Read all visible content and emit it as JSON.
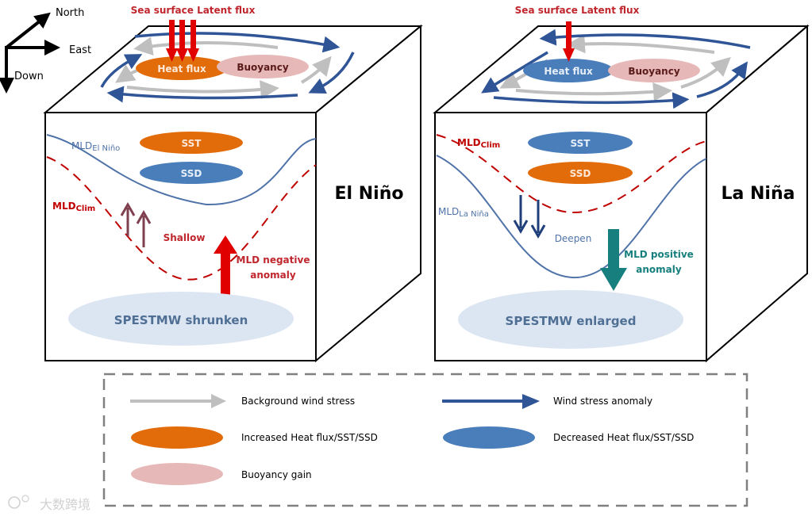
{
  "colors": {
    "increased": "#e36c0a",
    "decreased": "#4a7ebb",
    "buoyancy": "#e6b9b8",
    "background_wind": "#bfbfbf",
    "wind_anomaly": "#2f5597",
    "mld_climatology": "#c00000",
    "mld_event": "#4f73a8",
    "spestmw": "#dce6f2",
    "spestmw_text": "#4f6f95",
    "flux_arrow": "#e00000",
    "shallow_arrow": "#7f3f4f",
    "deepen_arrow": "#1f3f7a",
    "positive_anomaly_arrow": "#17807e",
    "legend_border": "#808080"
  },
  "compass": {
    "north": "North",
    "east": "East",
    "down": "Down"
  },
  "el_nino": {
    "title": "El Niño",
    "surface_label": "Sea surface Latent flux",
    "heat_flux": "Heat flux",
    "buoyancy": "Buoyancy",
    "mld_event_label": "MLD",
    "mld_event_sub": "El Niño",
    "mld_clim_label": "MLD",
    "mld_clim_sub": "Clim",
    "sst": "SST",
    "ssd": "SSD",
    "change_label": "Shallow",
    "anomaly_line1": "MLD negative",
    "anomaly_line2": "anomaly",
    "water_mass": "SPESTMW shrunken"
  },
  "la_nina": {
    "title": "La Niña",
    "surface_label": "Sea surface Latent flux",
    "heat_flux": "Heat flux",
    "buoyancy": "Buoyancy",
    "mld_event_label": "MLD",
    "mld_event_sub": "La Niña",
    "mld_clim_label": "MLD",
    "mld_clim_sub": "Clim",
    "sst": "SST",
    "ssd": "SSD",
    "change_label": "Deepen",
    "anomaly_line1": "MLD positive",
    "anomaly_line2": "anomaly",
    "water_mass": "SPESTMW enlarged"
  },
  "legend": {
    "items": [
      {
        "symbol": "background-wind-arrow",
        "label": "Background wind stress"
      },
      {
        "symbol": "wind-anomaly-arrow",
        "label": "Wind stress anomaly"
      },
      {
        "symbol": "increased-ellipse",
        "label": "Increased Heat flux/SST/SSD"
      },
      {
        "symbol": "decreased-ellipse",
        "label": "Decreased Heat flux/SST/SSD"
      },
      {
        "symbol": "buoyancy-ellipse",
        "label": "Buoyancy gain"
      }
    ]
  },
  "watermark": "大数跨境"
}
